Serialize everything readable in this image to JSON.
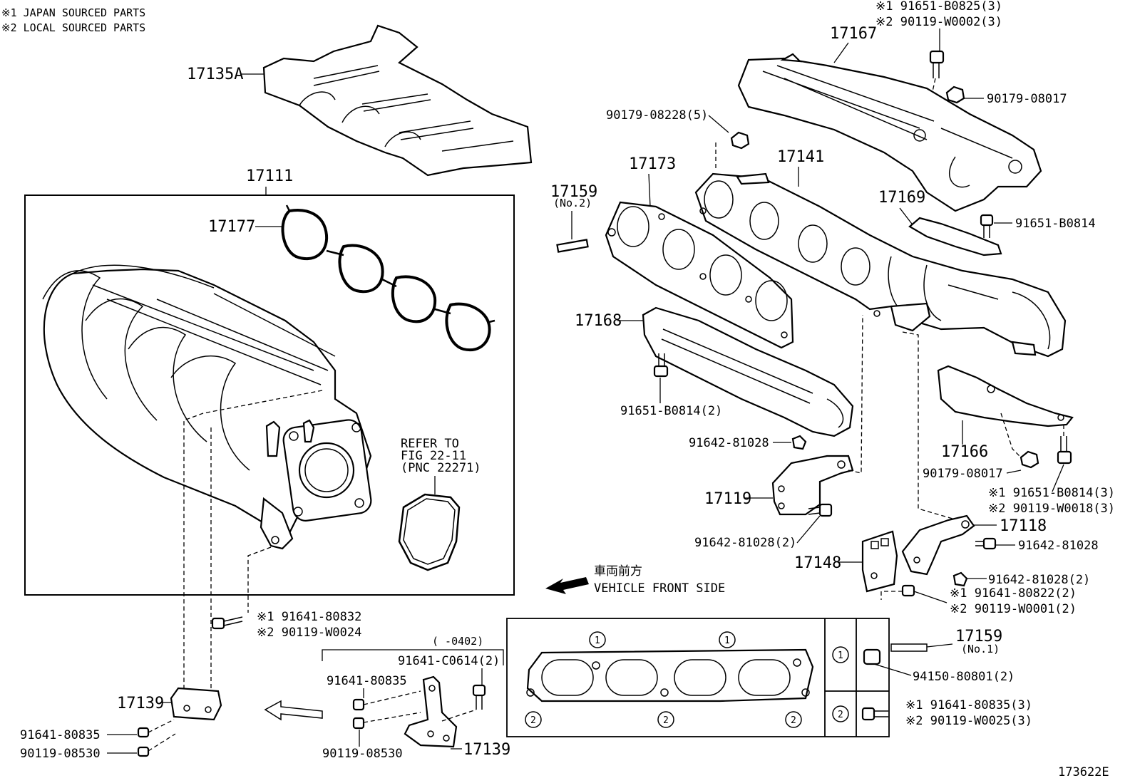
{
  "notes": {
    "note1": "※1 JAPAN SOURCED PARTS",
    "note2": "※2 LOCAL SOURCED PARTS"
  },
  "labels": {
    "p17135A": "17135A",
    "p17111": "17111",
    "p17177": "17177",
    "refer1": "REFER TO",
    "refer2": "FIG 22-11",
    "refer3": "(PNC 22271)",
    "p17167": "17167",
    "p17167_bolt1": "※1 91651-B0825(3)",
    "p17167_bolt2": "※2 90119-W0002(3)",
    "p90179_08017_top": "90179-08017",
    "p90179_08228": "90179-08228(5)",
    "p17173": "17173",
    "p17141": "17141",
    "p17159_no2": "17159",
    "p17159_no2_sub": "(No.2)",
    "p17169": "17169",
    "p91651_B0814": "91651-B0814",
    "p17168": "17168",
    "p91651_B0814_2": "91651-B0814(2)",
    "p91642_81028_a": "91642-81028",
    "p17119": "17119",
    "p91642_81028_2a": "91642-81028(2)",
    "p17166": "17166",
    "p90179_08017_b": "90179-08017",
    "p91651_B0814_3": "※1 91651-B0814(3)",
    "p90119_W0018_3": "※2 90119-W0018(3)",
    "p17118": "17118",
    "p91642_81028_b": "91642-81028",
    "p17148": "17148",
    "p91642_81028_2b": "91642-81028(2)",
    "p91641_80822_2": "※1 91641-80822(2)",
    "p90119_W0001_2": "※2 90119-W0001(2)",
    "front_jp": "車両前方",
    "front_en": "VEHICLE FRONT SIDE",
    "p91641_80832": "※1 91641-80832",
    "p90119_W0024": "※2 90119-W0024",
    "range": "(     -0402)",
    "p91641_C0614": "91641-C0614(2)",
    "p91641_80835_a": "91641-80835",
    "p90119_08530_a": "90119-08530",
    "p17139_a": "17139",
    "p17139_b": "17139",
    "p91641_80835_b": "91641-80835",
    "p90119_08530_b": "90119-08530",
    "p17159_no1": "17159",
    "p17159_no1_sub": "(No.1)",
    "p94150_80801": "94150-80801(2)",
    "p91641_80835_3": "※1 91641-80835(3)",
    "p90119_W0025_3": "※2 90119-W0025(3)",
    "fig_code": "173622E"
  },
  "markers": {
    "m1": "1",
    "m2": "2"
  }
}
